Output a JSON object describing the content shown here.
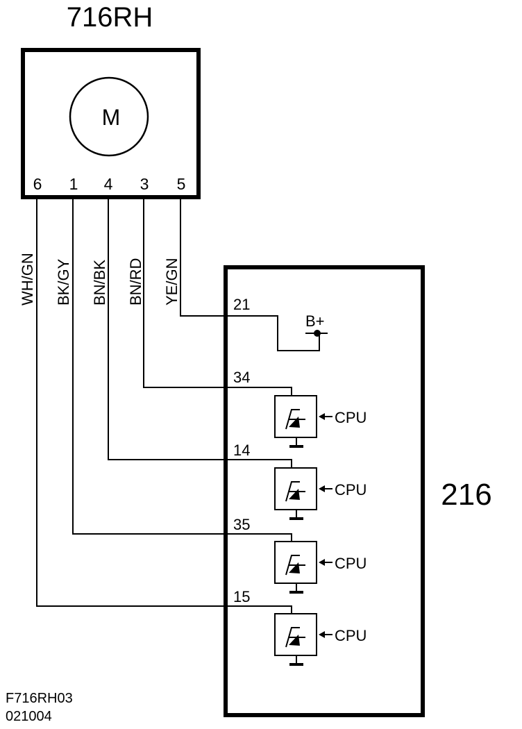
{
  "motor_unit": {
    "label": "716RH",
    "motor_symbol": "M",
    "pins": [
      "6",
      "1",
      "4",
      "3",
      "5"
    ]
  },
  "wires": [
    {
      "color_code": "WH/GN",
      "motor_pin": "6",
      "ecu_pin": "15"
    },
    {
      "color_code": "BK/GY",
      "motor_pin": "1",
      "ecu_pin": "35"
    },
    {
      "color_code": "BN/BK",
      "motor_pin": "4",
      "ecu_pin": "14"
    },
    {
      "color_code": "BN/RD",
      "motor_pin": "3",
      "ecu_pin": "34"
    },
    {
      "color_code": "YE/GN",
      "motor_pin": "5",
      "ecu_pin": "21"
    }
  ],
  "ecu": {
    "label": "216",
    "supply_label": "B+",
    "driver_label": "CPU"
  },
  "footer": {
    "code": "F716RH03",
    "date": "021004"
  }
}
